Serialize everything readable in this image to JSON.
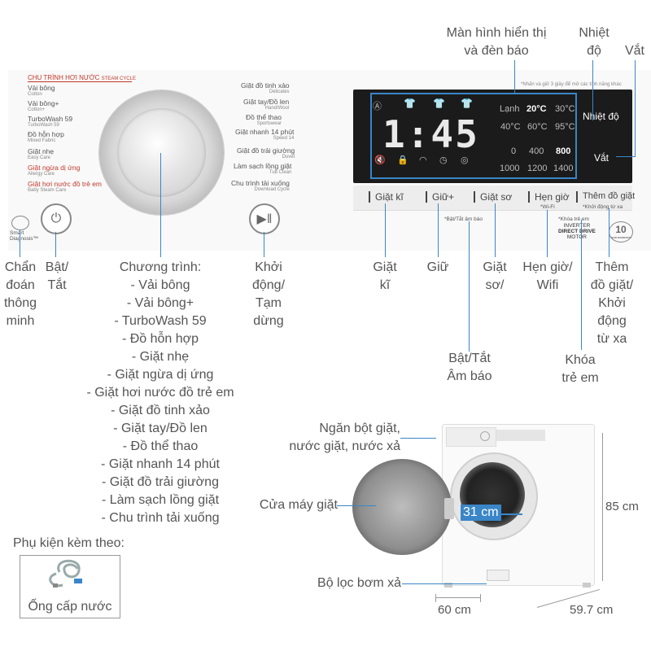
{
  "top_labels": {
    "display": [
      "Màn hình hiển thị",
      "và đèn báo"
    ],
    "temp": [
      "Nhiệt",
      "độ"
    ],
    "spin": "Vắt"
  },
  "panel": {
    "steam_cycle_title": "CHU TRÌNH HƠI NƯỚC",
    "steam_cycle_sub": "STEAM CYCLE",
    "notice": "*Nhấn và giữ 3 giây để mở các tính năng khác",
    "left_programs": [
      {
        "vi": "Vải bông",
        "en": "Cotton"
      },
      {
        "vi": "Vải bông+",
        "en": "Cotton+"
      },
      {
        "vi": "TurboWash 59",
        "en": "TurboWash 59"
      },
      {
        "vi": "Đồ hỗn hợp",
        "en": "Mixed Fabric"
      },
      {
        "vi": "Giặt nhẹ",
        "en": "Easy Care"
      },
      {
        "vi": "Giặt ngừa dị ứng",
        "en": "Allergy Care"
      },
      {
        "vi": "Giặt hơi nước đồ trẻ em",
        "en": "Baby Steam Care"
      }
    ],
    "right_programs": [
      {
        "vi": "Giặt đồ tinh xảo",
        "en": "Delicates"
      },
      {
        "vi": "Giặt tay/Đồ len",
        "en": "Hand/Wool"
      },
      {
        "vi": "Đồ thể thao",
        "en": "Sportswear"
      },
      {
        "vi": "Giặt nhanh 14 phút",
        "en": "Speed 14"
      },
      {
        "vi": "Giặt đồ trải giường",
        "en": "Duvet"
      },
      {
        "vi": "Làm sạch lồng giặt",
        "en": "Tub Clean"
      },
      {
        "vi": "Chu trình tải xuống",
        "en": "Download Cycle"
      }
    ],
    "smart_diagnosis": [
      "Smart",
      "Diagnosis™"
    ],
    "display": {
      "time": "1:45",
      "temp_row1": [
        "Lạnh",
        "20°C",
        "30°C"
      ],
      "temp_row2": [
        "40°C",
        "60°C",
        "95°C"
      ],
      "spin_row1": [
        "0",
        "400",
        "800"
      ],
      "spin_row2": [
        "1000",
        "1200",
        "1400"
      ],
      "temp_button": "Nhiệt độ",
      "spin_button": "Vắt"
    },
    "buttons": [
      "Giặt kĩ",
      "Giữ+",
      "Giặt sơ",
      "Hẹn giờ",
      "Thêm đồ giặt"
    ],
    "wifi_note": "*Wi-Fi",
    "remote_note": "*Khởi động từ xa",
    "beep_note": "*Bật/Tắt âm báo",
    "child_lock_note": "*Khóa trẻ em",
    "inverter": [
      "INVERTER",
      "DIRECT DRIVE",
      "MOTOR"
    ],
    "warranty": {
      "num": "10",
      "text": "YEAR WARRANTY"
    }
  },
  "callouts": {
    "smart_diag": [
      "Chẩn",
      "đoán",
      "thông",
      "minh"
    ],
    "power": [
      "Bật/",
      "Tắt"
    ],
    "programs_heading": "Chương trình:",
    "programs": [
      "- Vải bông",
      "- Vải bông+",
      "- TurboWash 59",
      "- Đồ hỗn hợp",
      "- Giặt nhẹ",
      "- Giặt ngừa dị ứng",
      "- Giặt hơi nước đồ trẻ em",
      "- Giặt đồ tinh xảo",
      "- Giặt tay/Đồ len",
      "- Đồ thể thao",
      "- Giặt nhanh 14 phút",
      "- Giặt đồ trải giường",
      "- Làm sạch lồng giặt",
      "- Chu trình tải xuống"
    ],
    "start_pause": [
      "Khởi",
      "động/",
      "Tạm",
      "dừng"
    ],
    "intensive": [
      "Giặt",
      "kĩ"
    ],
    "hold": "Giữ",
    "prewash": [
      "Giặt",
      "sơ/"
    ],
    "delay_wifi": [
      "Hẹn giờ/",
      "Wifi"
    ],
    "add_item": [
      "Thêm",
      "đồ giặt/",
      "Khởi",
      "động",
      "từ xa"
    ],
    "beep": [
      "Bật/Tắt",
      "Âm báo"
    ],
    "child_lock": [
      "Khóa",
      "trẻ em"
    ]
  },
  "washer": {
    "detergent": [
      "Ngăn bột giặt,",
      "nước giặt, nước xả"
    ],
    "door": "Cửa máy giặt",
    "door_size": "31 cm",
    "filter": "Bộ lọc bơm xả",
    "height": "85 cm",
    "width": "60 cm",
    "depth": "59.7 cm"
  },
  "accessories": {
    "title": "Phụ kiện kèm theo:",
    "item": "Ống cấp nước"
  },
  "colors": {
    "line": "#3a86c8",
    "display_bg": "#1b1b1b",
    "red_text": "#c0392b"
  }
}
